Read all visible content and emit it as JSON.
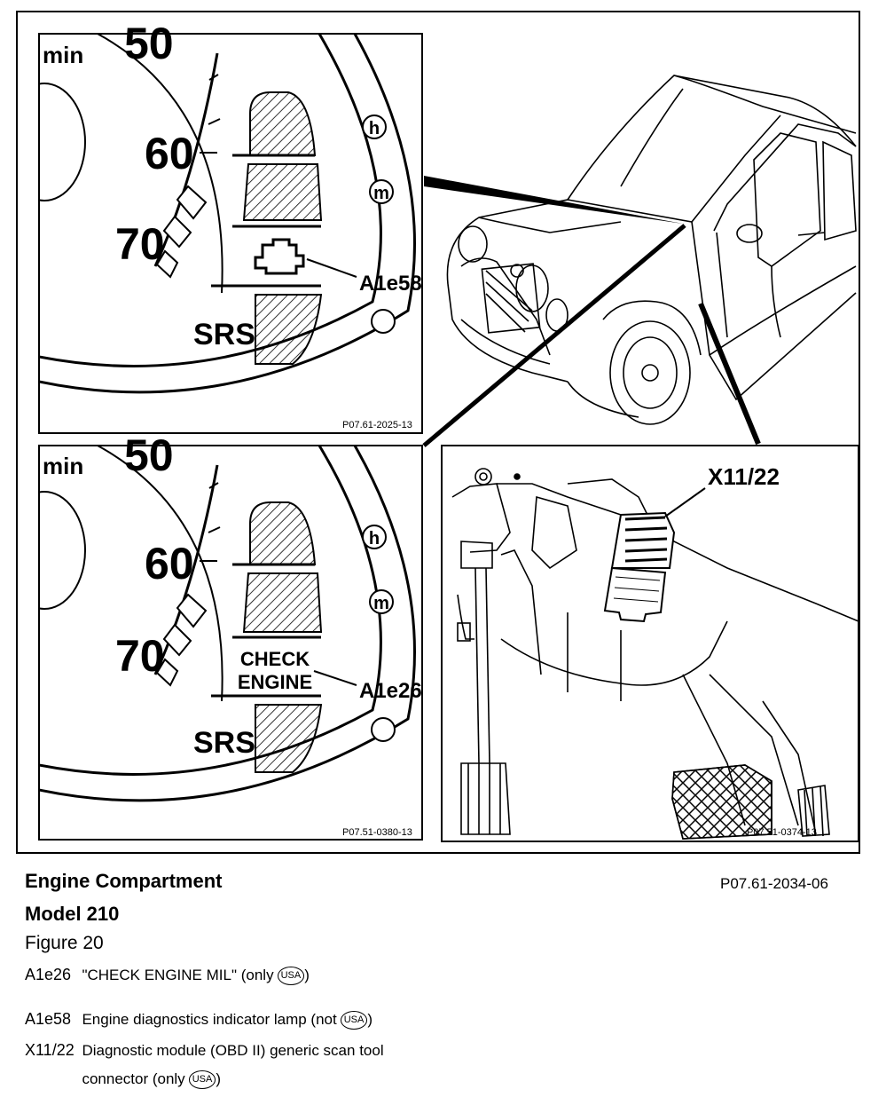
{
  "panels": {
    "cluster_top": {
      "min": "min",
      "n50": "50",
      "n60": "60",
      "n70": "70",
      "h": "h",
      "m": "m",
      "srs": "SRS",
      "callout": "A1e58",
      "code": "P07.61-2025-13"
    },
    "cluster_bottom": {
      "min": "min",
      "n50": "50",
      "n60": "60",
      "n70": "70",
      "h": "h",
      "m": "m",
      "srs": "SRS",
      "lamp_line1": "CHECK",
      "lamp_line2": "ENGINE",
      "callout": "A1e26",
      "code": "P07.51-0380-13"
    },
    "connector": {
      "callout": "X11/22",
      "code": "P07.51-0374-13"
    }
  },
  "caption": {
    "title": "Engine Compartment",
    "model": "Model 210",
    "figure": "Figure 20",
    "figure_code": "P07.61-2034-06"
  },
  "legend": [
    {
      "code": "A1e26",
      "text": "\"CHECK ENGINE MIL\" (only",
      "badge": "USA",
      "close": ")"
    },
    {
      "code": "A1e58",
      "text": "Engine diagnostics indicator lamp (not",
      "badge": "USA",
      "close": ")"
    },
    {
      "code": "X11/22",
      "text": "Diagnostic module (OBD II) generic scan tool",
      "badge": "",
      "close": ""
    },
    {
      "code": "",
      "text": "connector (only",
      "badge": "USA",
      "close": ")"
    }
  ]
}
